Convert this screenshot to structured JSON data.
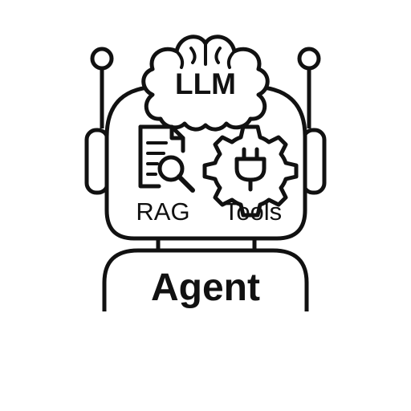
{
  "diagram": {
    "brain_label": "LLM",
    "left_module_label": "RAG",
    "right_module_label": "Tools",
    "body_label": "Agent",
    "icons": {
      "brain": "brain-icon",
      "document_search": "document-search-icon",
      "gear_plug": "gear-plug-icon"
    },
    "colors": {
      "stroke": "#111111",
      "background": "#ffffff"
    }
  }
}
